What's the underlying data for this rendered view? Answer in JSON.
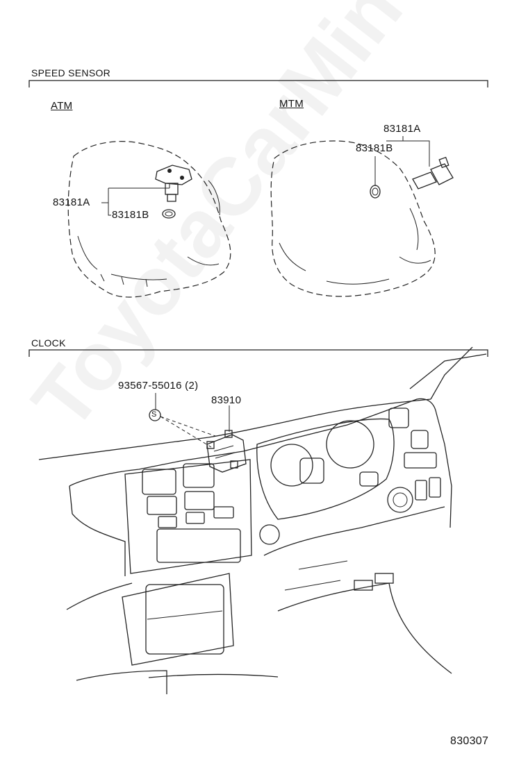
{
  "sections": {
    "speed_sensor": {
      "title": "SPEED SENSOR",
      "atm_label": "ATM",
      "mtm_label": "MTM"
    },
    "clock": {
      "title": "CLOCK"
    }
  },
  "parts": {
    "atm_sensor": "83181A",
    "atm_oring": "83181B",
    "mtm_sensor": "83181A",
    "mtm_oring": "83181B",
    "screw": "93567-55016 (2)",
    "screw_symbol": "S",
    "clock": "83910"
  },
  "figure_number": "830307",
  "watermark": "ToyotaCarMine.ru"
}
